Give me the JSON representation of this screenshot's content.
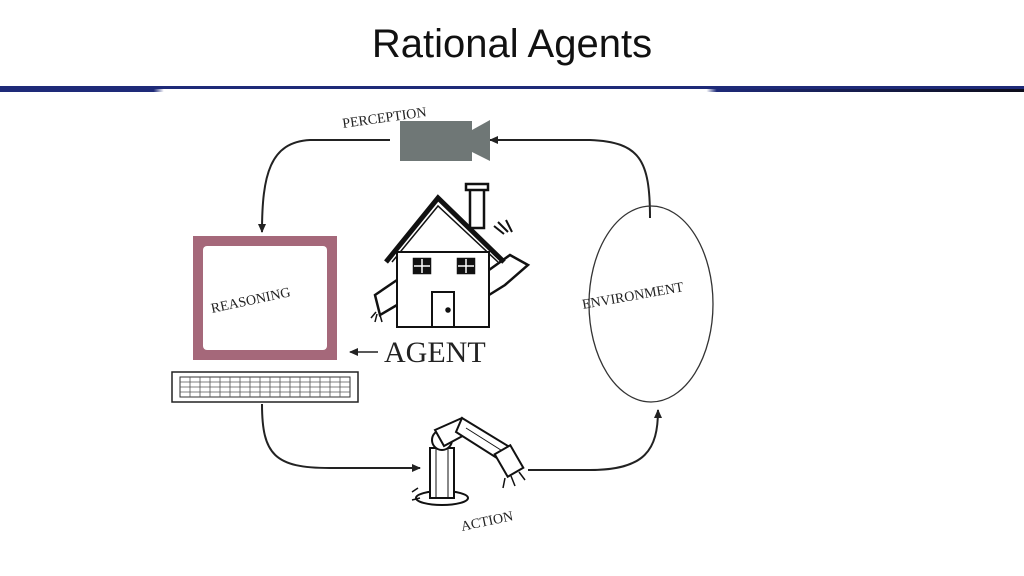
{
  "slide": {
    "title": "Rational Agents"
  },
  "diagram": {
    "labels": {
      "perception": "PERCEPTION",
      "reasoning": "REASONING",
      "agent": "AGENT",
      "environment": "ENVIRONMENT",
      "action": "ACTION"
    },
    "colors": {
      "rule": "#1e2a78",
      "monitor_frame": "#a5687a",
      "camera": "#6f7776",
      "line": "#222222"
    }
  }
}
